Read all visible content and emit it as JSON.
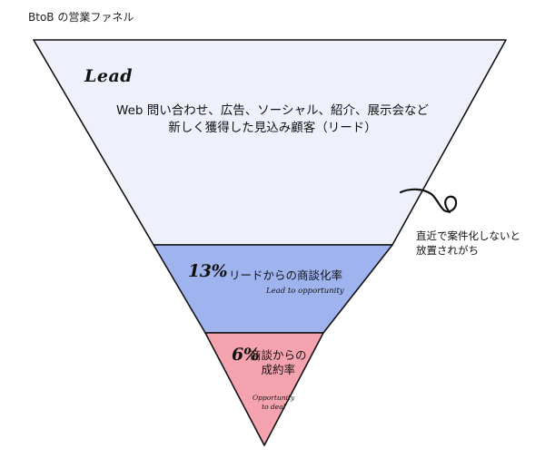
{
  "page": {
    "title": "BtoB の営業ファネル"
  },
  "funnel": {
    "levels": [
      {
        "key": "lead",
        "heading": "Lead",
        "description_line1": "Web 問い合わせ、広告、ソーシャル、紹介、展示会など",
        "description_line2": "新しく獲得した見込み顧客（リード）",
        "fill": "#eef1fb"
      },
      {
        "key": "lead-to-opportunity",
        "percent": "13%",
        "label": "リードからの商談化率",
        "sublabel": "Lead to opportunity",
        "fill": "#9fb3ef",
        "rate": 0.13
      },
      {
        "key": "opportunity-to-deal",
        "percent": "6%",
        "label_line1": "商談からの",
        "label_line2": "成約率",
        "sublabel_line1": "Opportunity",
        "sublabel_line2": "to deal",
        "fill": "#f6a3b0",
        "rate": 0.06
      }
    ],
    "stroke": "#111111"
  },
  "annotation": {
    "line1": "直近で案件化しないと",
    "line2": "放置されがち"
  }
}
